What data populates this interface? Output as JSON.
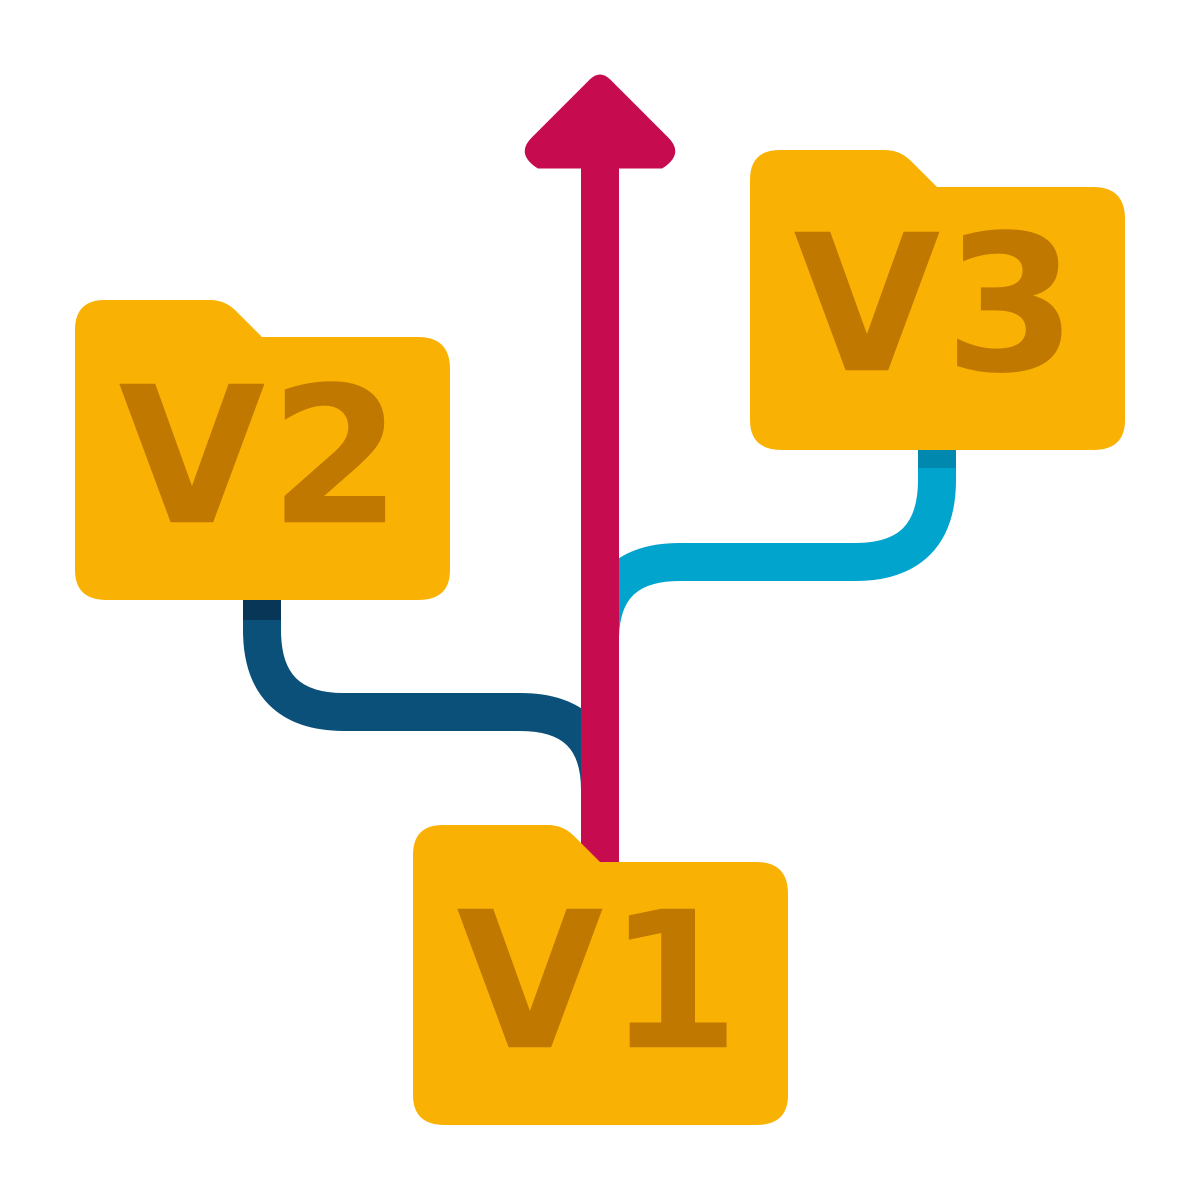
{
  "colors": {
    "background": "#ffffff",
    "folder_body": "#F9B104",
    "folder_text": "#C07800",
    "main_arrow": "#C60B4F",
    "branch_v2": "#0B5079",
    "branch_v2_cap": "#083656",
    "branch_v3": "#00A4CD",
    "branch_v3_cap": "#0088AE"
  },
  "icons": {
    "main_arrow": "arrow-up-icon",
    "folder": "folder-icon"
  },
  "folders": [
    {
      "id": "v1",
      "label": "V1"
    },
    {
      "id": "v2",
      "label": "V2"
    },
    {
      "id": "v3",
      "label": "V3"
    }
  ]
}
